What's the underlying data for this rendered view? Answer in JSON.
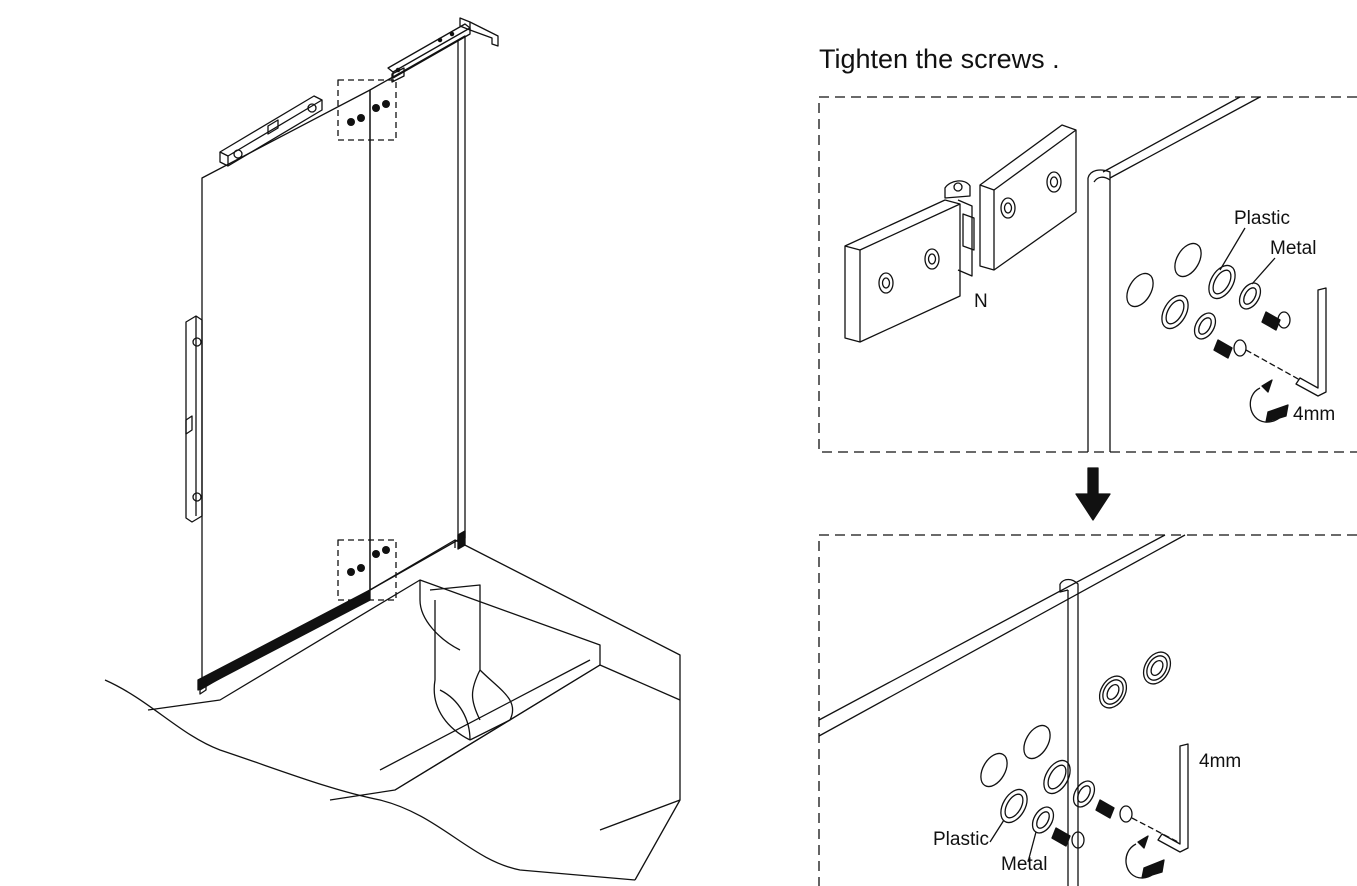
{
  "instruction": {
    "title": "Tighten the screws .",
    "top_detail": {
      "hinge_letter": "N",
      "plastic_label": "Plastic",
      "metal_label": "Metal",
      "tool_size": "4mm"
    },
    "bottom_detail": {
      "plastic_label": "Plastic",
      "metal_label": "Metal",
      "tool_size": "4mm"
    }
  },
  "colors": {
    "line": "#111111",
    "background": "#ffffff",
    "fill_dark": "#111111"
  }
}
